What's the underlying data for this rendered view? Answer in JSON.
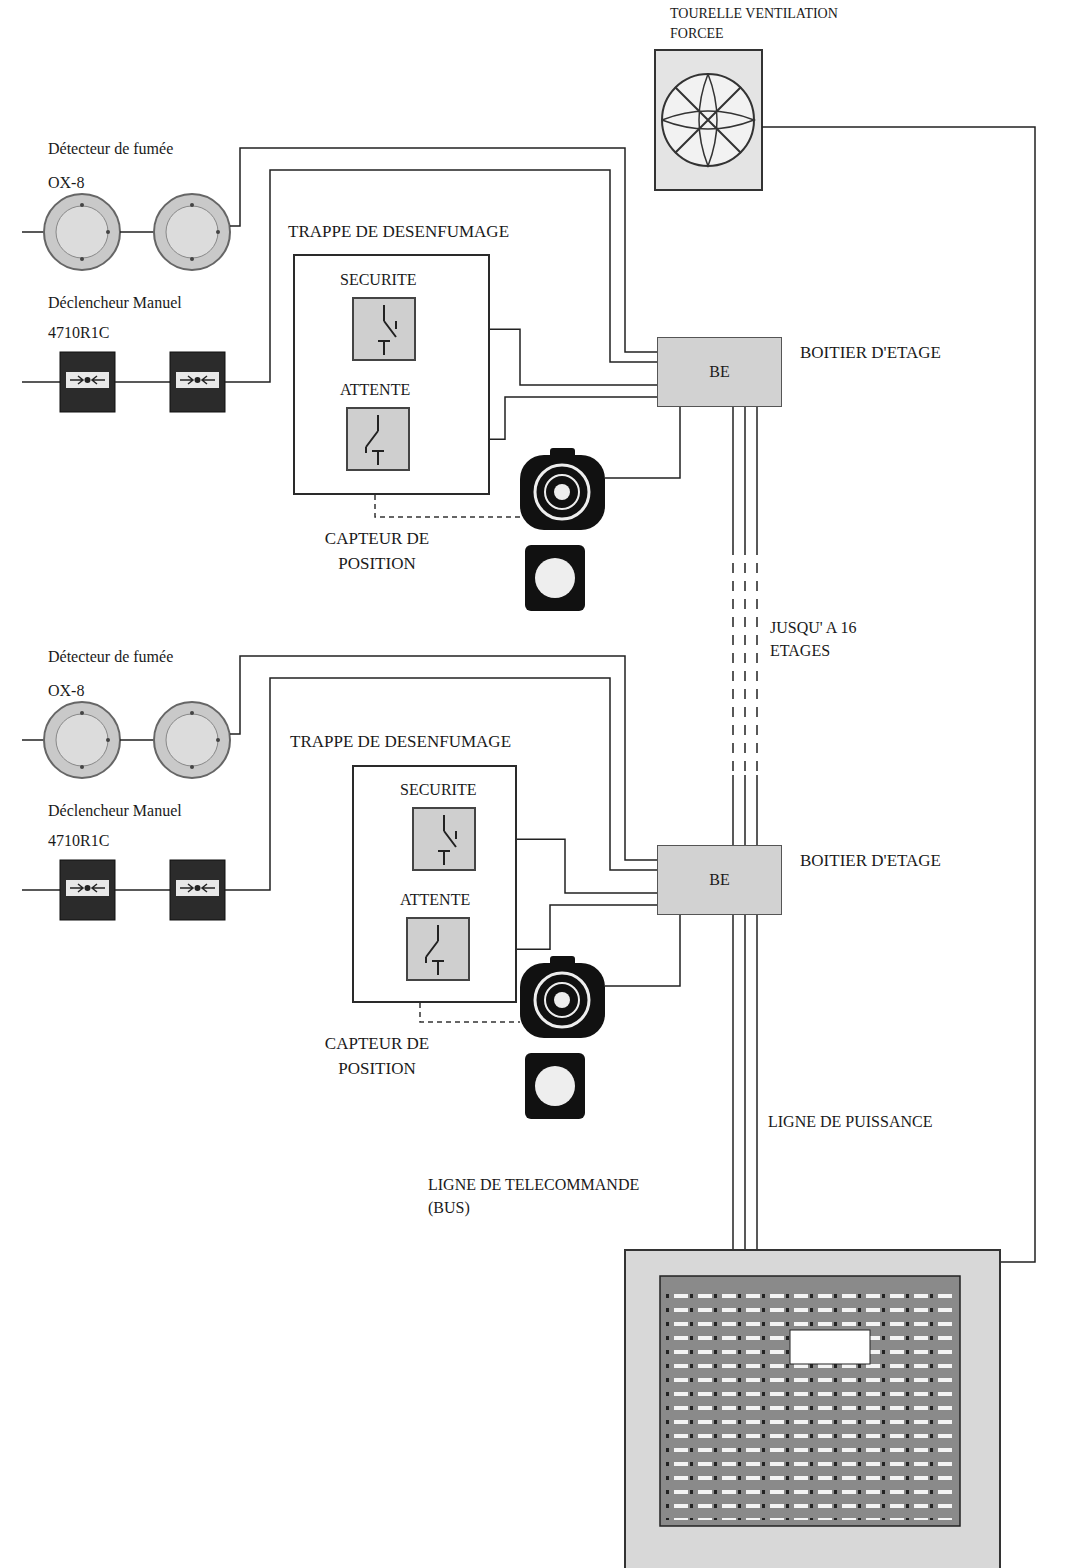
{
  "diagram": {
    "nodes": [
      {
        "text": [
          "TOURELLE VENTILATION FORCEE"
        ]
      },
      {
        "text": [
          "TRAPPE DE DESENFUMAGE"
        ]
      },
      {
        "text": [
          "SECURITE"
        ],
        "in": 1
      },
      {
        "text": [
          "ATTENTE"
        ],
        "in": 1
      },
      {
        "text": [
          "BE"
        ]
      },
      {
        "text": [
          "TRAPPE DE DESENFUMAGE"
        ]
      },
      {
        "text": [
          "SECURITE"
        ],
        "in": 5
      },
      {
        "text": [
          "ATTENTE"
        ],
        "in": 5
      },
      {
        "text": [
          "BE"
        ]
      }
    ],
    "edges": [
      {
        "from": 2,
        "to": 4,
        "arrow": "none"
      },
      {
        "from": 3,
        "to": 4,
        "arrow": "none"
      },
      {
        "from": 6,
        "to": 8,
        "arrow": "none"
      },
      {
        "from": 7,
        "to": 8,
        "arrow": "none"
      },
      {
        "from": 4,
        "to": 8,
        "arrow": "none"
      }
    ],
    "labels": [
      "Détecteur de fumée OX-8",
      "Déclencheur Manuel 4710R1C",
      "CAPTEUR DE POSITION",
      "BOITIER D'ETAGE",
      "JUSQU' A 16 ETAGES",
      "Détecteur de fumée OX-8",
      "Déclencheur Manuel 4710R1C",
      "CAPTEUR DE POSITION",
      "BOITIER D'ETAGE",
      "LIGNE DE PUISSANCE",
      "LIGNE DE TELECOMMANDE (BUS)"
    ]
  }
}
